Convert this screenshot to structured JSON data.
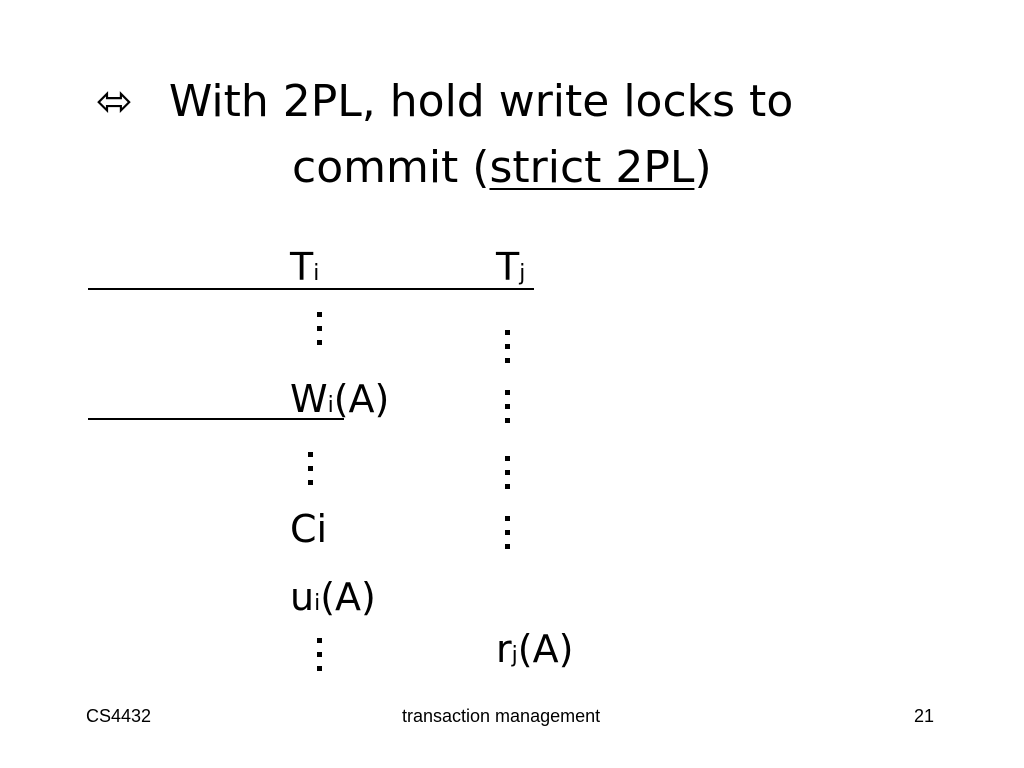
{
  "title": {
    "bullet": "⬄",
    "line1": "With 2PL, hold write locks to",
    "line2_prefix": "commit (",
    "line2_link": "strict 2PL",
    "line2_suffix": ")"
  },
  "schedule": {
    "col_i_header": {
      "base": "T",
      "sub": "i"
    },
    "col_j_header": {
      "base": "T",
      "sub": "j"
    },
    "write_op": {
      "base": "W",
      "sub": "i",
      "arg": "(A)"
    },
    "commit_op": "Ci",
    "unlock_op": {
      "base": "u",
      "sub": "i",
      "arg": "(A)"
    },
    "read_op": {
      "base": "r",
      "sub": "j",
      "arg": "(A)"
    }
  },
  "footer": {
    "left": "CS4432",
    "center": "transaction management",
    "right": "21"
  }
}
